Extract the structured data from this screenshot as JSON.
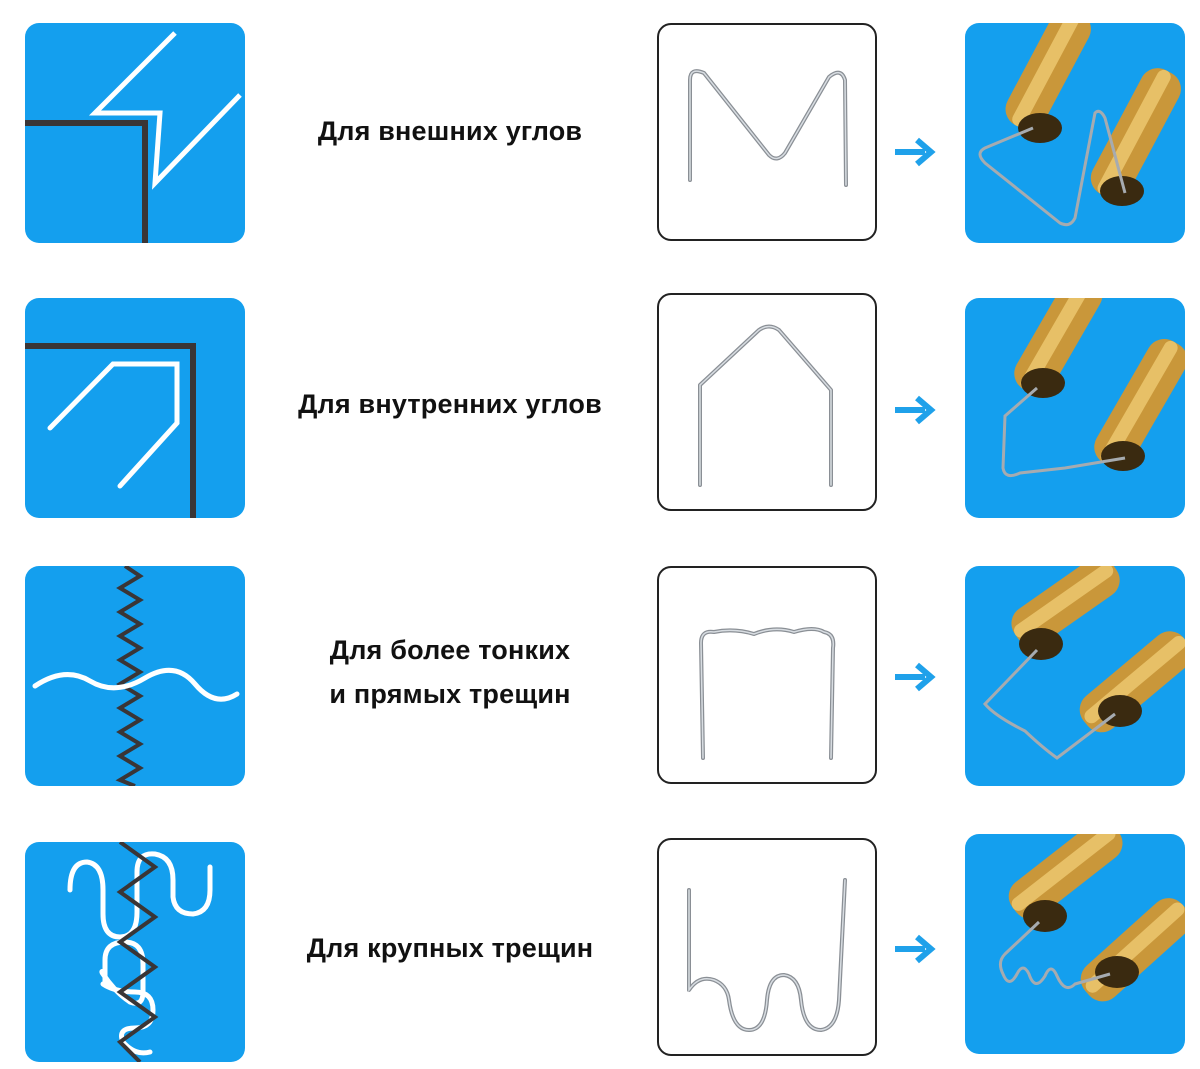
{
  "colors": {
    "tile_blue": "#149fee",
    "arrow_blue": "#1fa1ea",
    "crack_line": "#3a3536",
    "brass": "#c9973a"
  },
  "rows": [
    {
      "caption_lines": [
        "Для внешних углов"
      ],
      "icon": "outer-corner-icon",
      "wire": "m-wave-staple"
    },
    {
      "caption_lines": [
        "Для внутренних углов"
      ],
      "icon": "inner-corner-icon",
      "wire": "v-angle-staple"
    },
    {
      "caption_lines": [
        "Для более тонких",
        "и прямых трещин"
      ],
      "icon": "thin-crack-icon",
      "wire": "flat-staple"
    },
    {
      "caption_lines": [
        "Для крупных трещин"
      ],
      "icon": "large-crack-icon",
      "wire": "double-wave-staple"
    }
  ],
  "arrow_icon": "right-arrow-icon"
}
